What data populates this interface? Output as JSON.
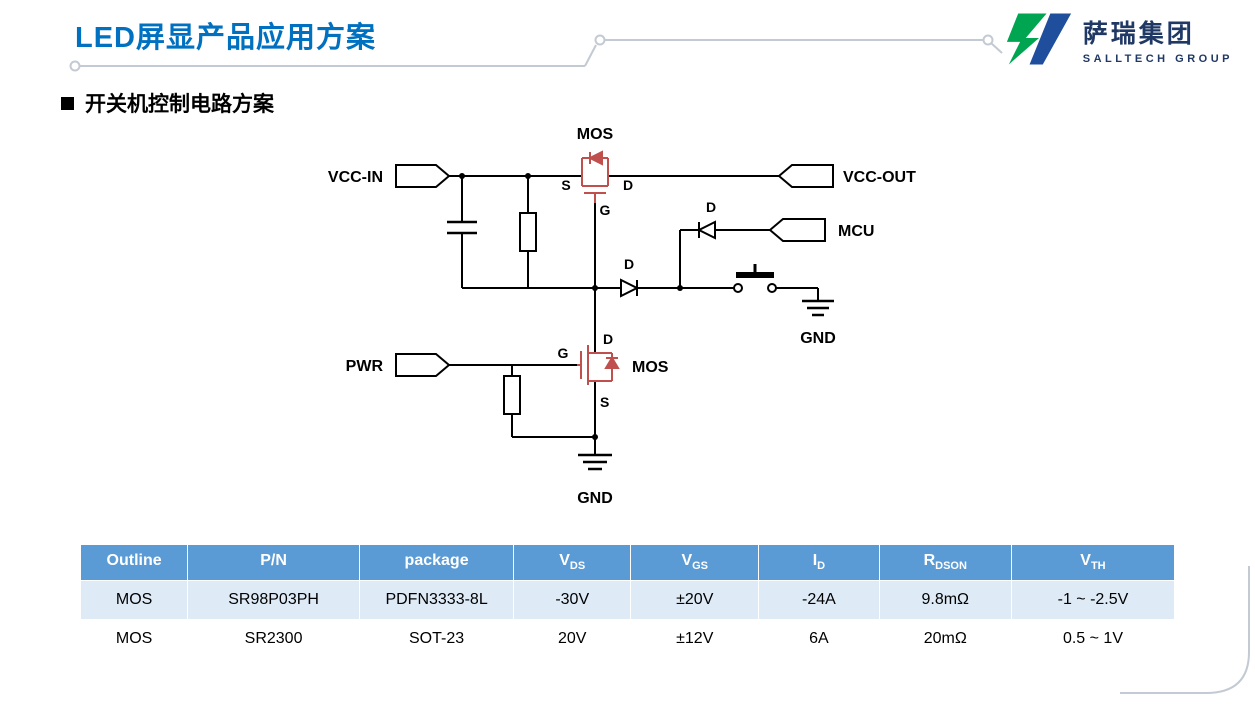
{
  "slide": {
    "title": "LED屏显产品应用方案",
    "section_title": "开关机控制电路方案"
  },
  "logo": {
    "name": "萨瑞集团",
    "subtitle": "SALLTECH GROUP",
    "colors": {
      "green": "#00A551",
      "blue": "#1F4E9C",
      "text": "#203864"
    }
  },
  "circuit": {
    "labels": {
      "mos": "MOS",
      "vcc_in": "VCC-IN",
      "vcc_out": "VCC-OUT",
      "mcu": "MCU",
      "pwr": "PWR",
      "gnd": "GND",
      "s": "S",
      "d": "D",
      "g": "G",
      "diode": "D"
    },
    "colors": {
      "mosfet": "#C0504D",
      "wire": "#000000"
    }
  },
  "table": {
    "colors": {
      "header_bg": "#5B9BD5",
      "row_alt_bg": "#DEEBF7"
    },
    "columns": [
      {
        "base": "Outline",
        "sub": ""
      },
      {
        "base": "P/N",
        "sub": ""
      },
      {
        "base": "package",
        "sub": ""
      },
      {
        "base": "V",
        "sub": "DS"
      },
      {
        "base": "V",
        "sub": "GS"
      },
      {
        "base": "I",
        "sub": "D"
      },
      {
        "base": "R",
        "sub": "DSON"
      },
      {
        "base": "V",
        "sub": "TH"
      }
    ],
    "rows": [
      {
        "cells": [
          "MOS",
          "SR98P03PH",
          "PDFN3333-8L",
          "-30V",
          "±20V",
          "-24A",
          "9.8mΩ",
          "-1 ~ -2.5V"
        ]
      },
      {
        "cells": [
          "MOS",
          "SR2300",
          "SOT-23",
          "20V",
          "±12V",
          "6A",
          "20mΩ",
          "0.5 ~ 1V"
        ]
      }
    ]
  }
}
